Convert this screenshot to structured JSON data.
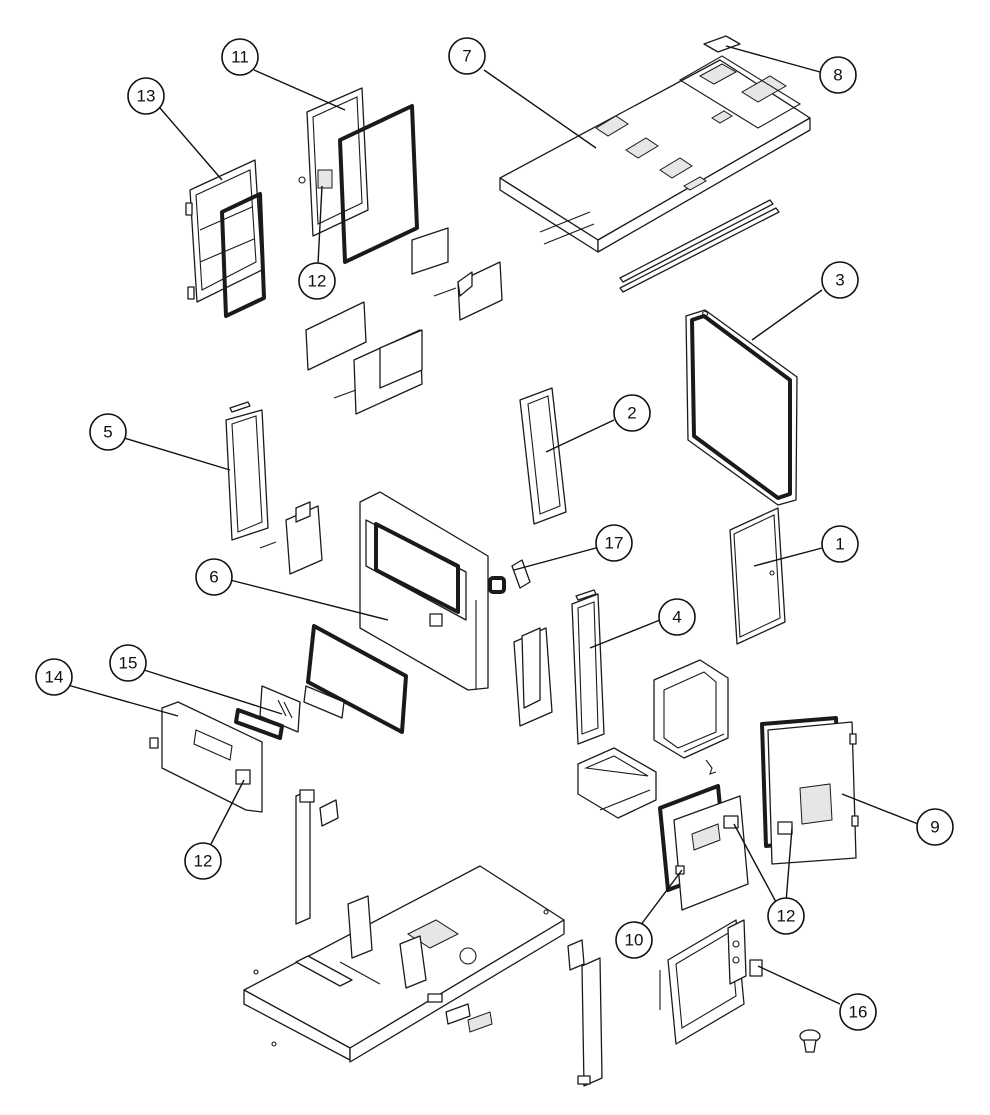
{
  "callouts": [
    {
      "id": "c1",
      "label": "1"
    },
    {
      "id": "c2",
      "label": "2"
    },
    {
      "id": "c3",
      "label": "3"
    },
    {
      "id": "c4",
      "label": "4"
    },
    {
      "id": "c5",
      "label": "5"
    },
    {
      "id": "c6",
      "label": "6"
    },
    {
      "id": "c7",
      "label": "7"
    },
    {
      "id": "c8",
      "label": "8"
    },
    {
      "id": "c9",
      "label": "9"
    },
    {
      "id": "c10",
      "label": "10"
    },
    {
      "id": "c11",
      "label": "11"
    },
    {
      "id": "c12a",
      "label": "12"
    },
    {
      "id": "c12b",
      "label": "12"
    },
    {
      "id": "c12c",
      "label": "12"
    },
    {
      "id": "c13",
      "label": "13"
    },
    {
      "id": "c14",
      "label": "14"
    },
    {
      "id": "c15",
      "label": "15"
    },
    {
      "id": "c16",
      "label": "16"
    },
    {
      "id": "c17",
      "label": "17"
    }
  ],
  "colors": {
    "line": "#1a1a1a",
    "background": "#ffffff"
  }
}
